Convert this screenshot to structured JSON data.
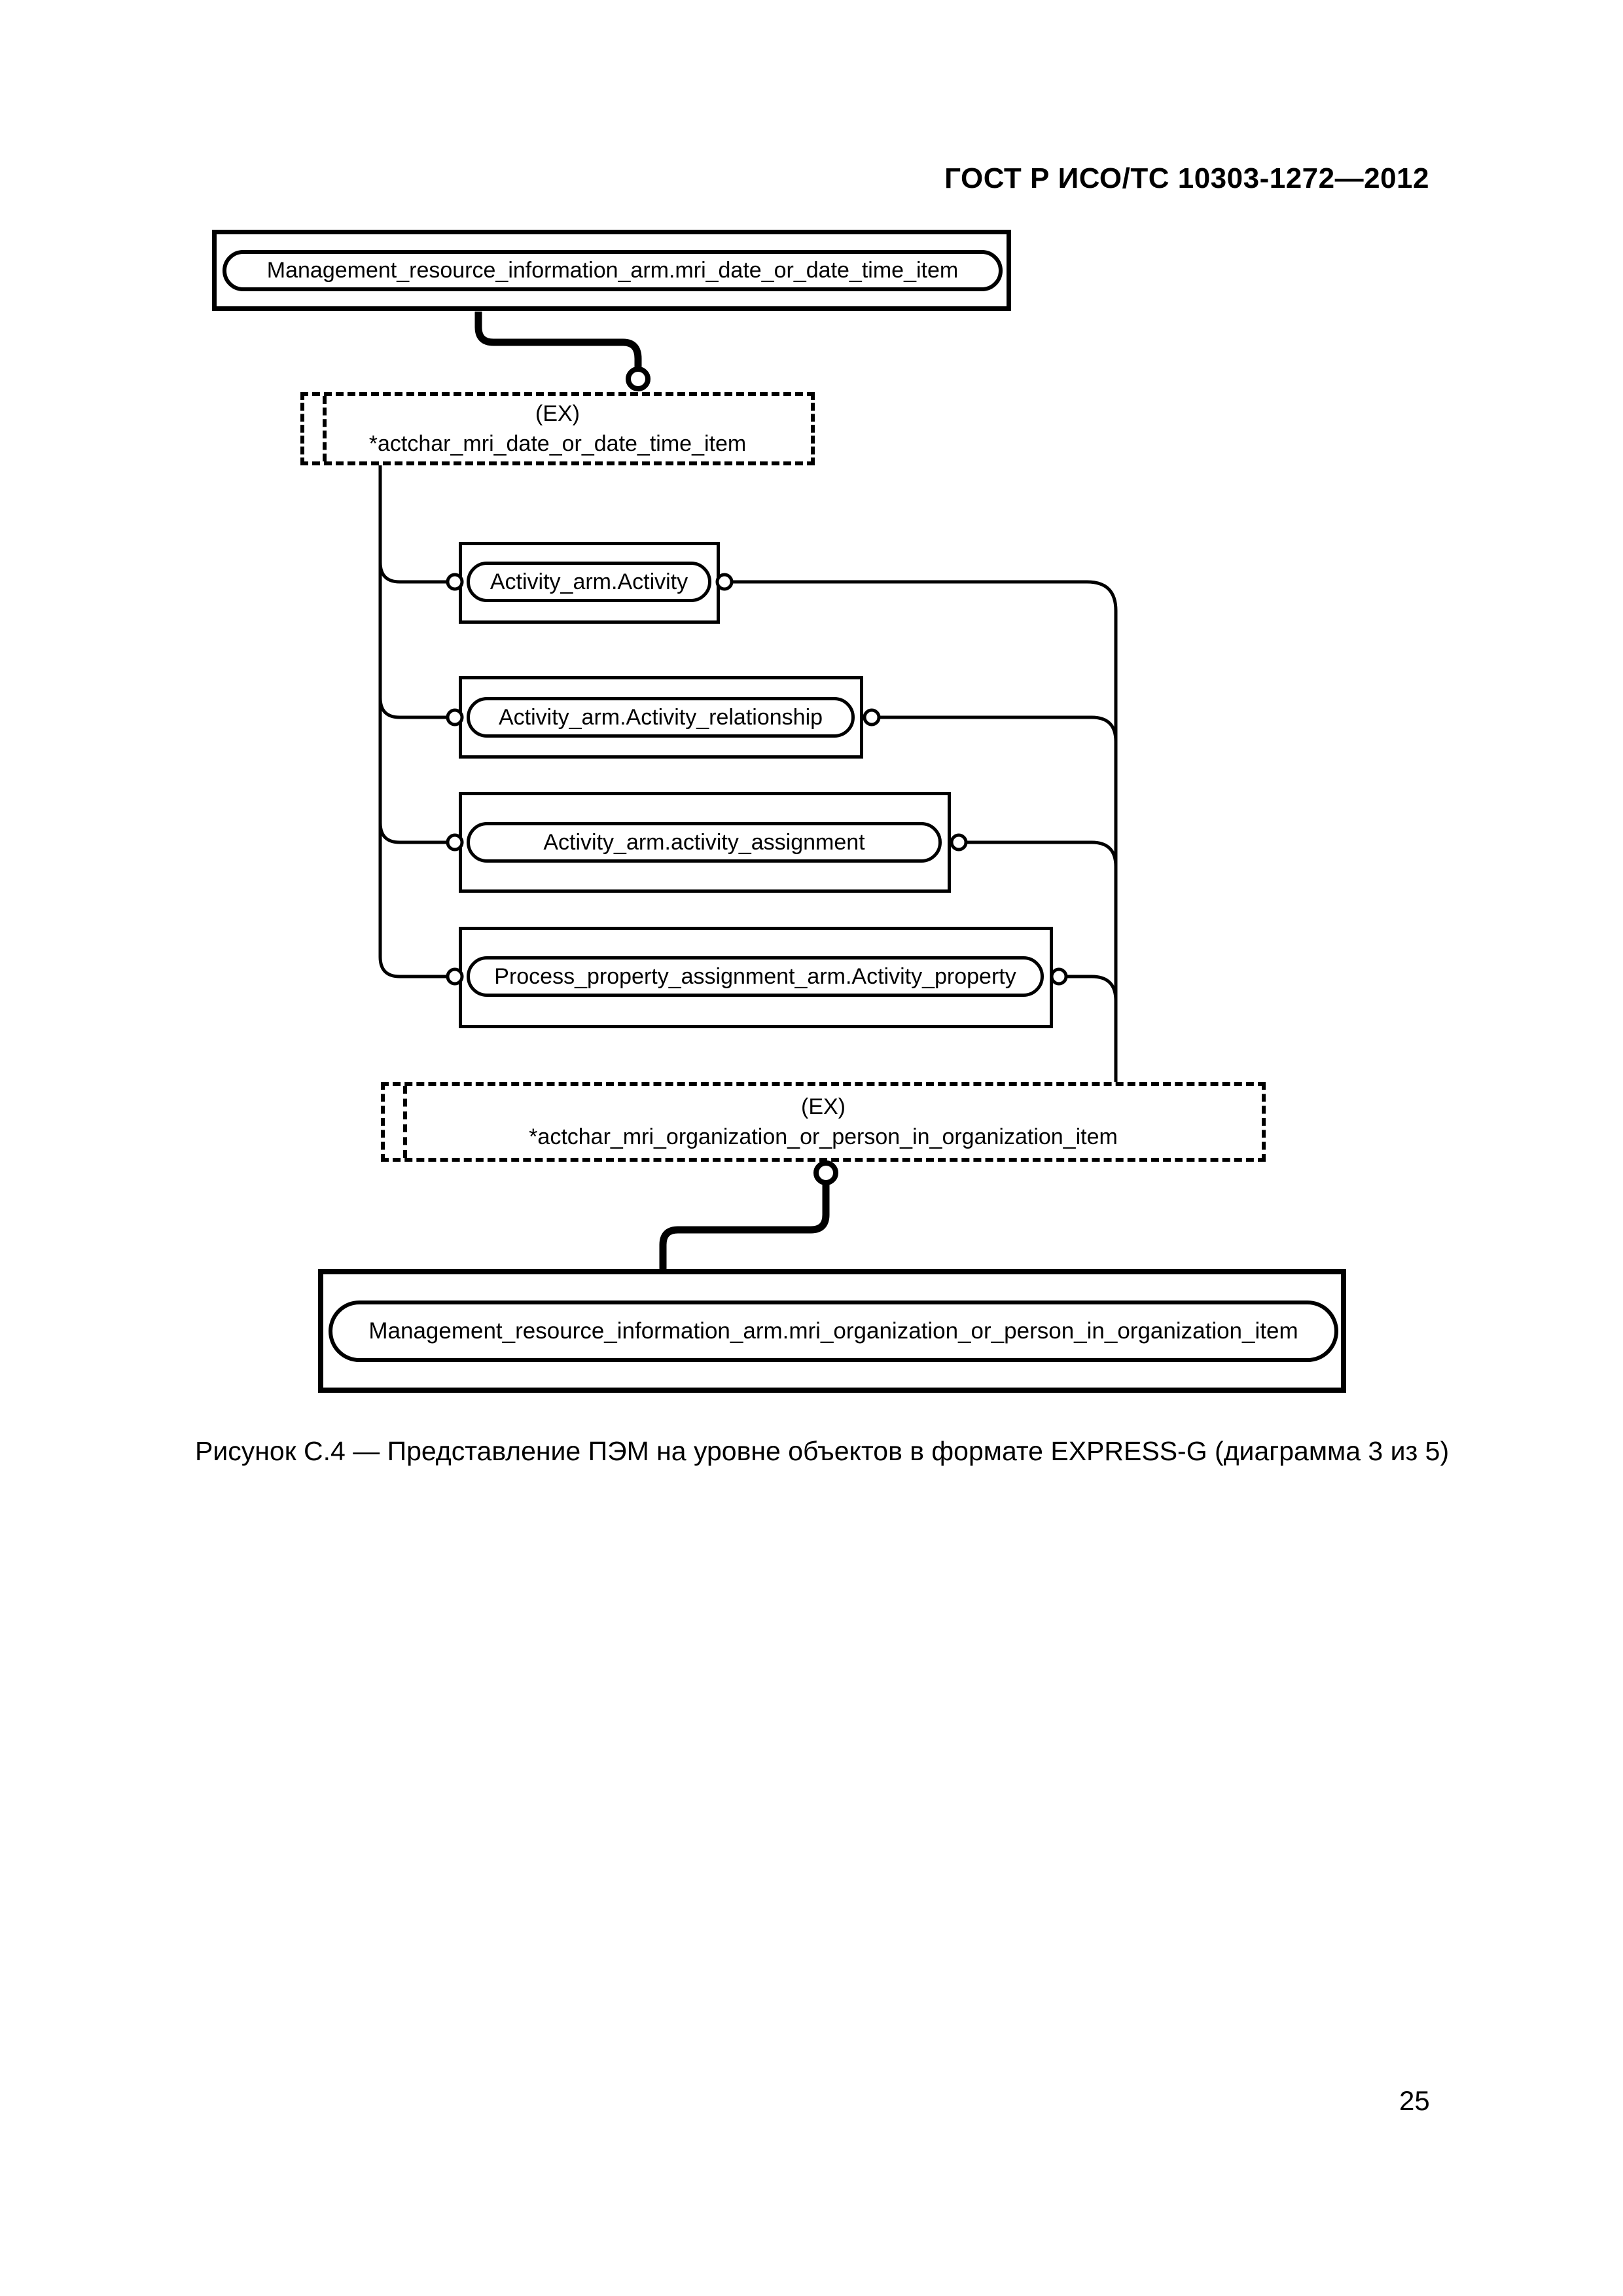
{
  "header": {
    "title": "ГОСТ Р ИСО/ТС 10303-1272—2012"
  },
  "diagram": {
    "top_entity": {
      "label": "Management_resource_information_arm.mri_date_or_date_time_item"
    },
    "ex_box_date": {
      "prefix": "(EX)",
      "name": "*actchar_mri_date_or_date_time_item"
    },
    "entities": [
      {
        "label": "Activity_arm.Activity"
      },
      {
        "label": "Activity_arm.Activity_relationship"
      },
      {
        "label": "Activity_arm.activity_assignment"
      },
      {
        "label": "Process_property_assignment_arm.Activity_property"
      }
    ],
    "ex_box_org": {
      "prefix": "(EX)",
      "name": "*actchar_mri_organization_or_person_in_organization_item"
    },
    "bottom_entity": {
      "label": "Management_resource_information_arm.mri_organization_or_person_in_organization_item"
    }
  },
  "caption": {
    "text": "Рисунок С.4 — Представление ПЭМ на уровне объектов в формате EXPRESS-G (диаграмма 3 из 5)"
  },
  "footer": {
    "page_number": "25"
  }
}
